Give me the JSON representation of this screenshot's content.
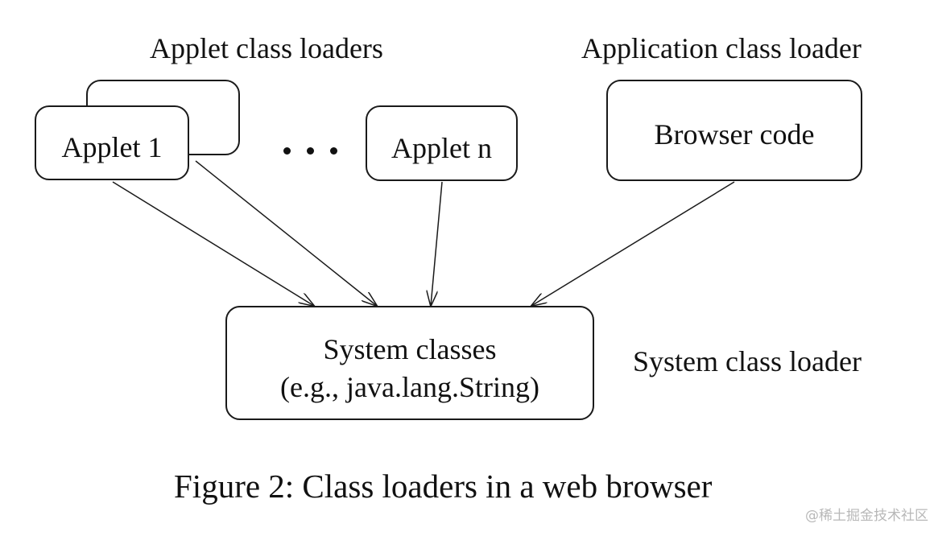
{
  "labels": {
    "applet_group": "Applet class loaders",
    "application_group": "Application class loader",
    "system_group": "System class loader"
  },
  "boxes": {
    "applet_1": "Applet 1",
    "applet_n": "Applet n",
    "browser_code": "Browser code",
    "system_classes_line1": "System classes",
    "system_classes_line2": "(e.g., java.lang.String)"
  },
  "caption": "Figure 2: Class loaders in a web browser",
  "watermark": "@稀土掘金技术社区",
  "edges": [
    {
      "from": "applet-1",
      "to": "system-classes"
    },
    {
      "from": "applet-1-stacked",
      "to": "system-classes"
    },
    {
      "from": "applet-n",
      "to": "system-classes"
    },
    {
      "from": "browser-code",
      "to": "system-classes"
    }
  ]
}
